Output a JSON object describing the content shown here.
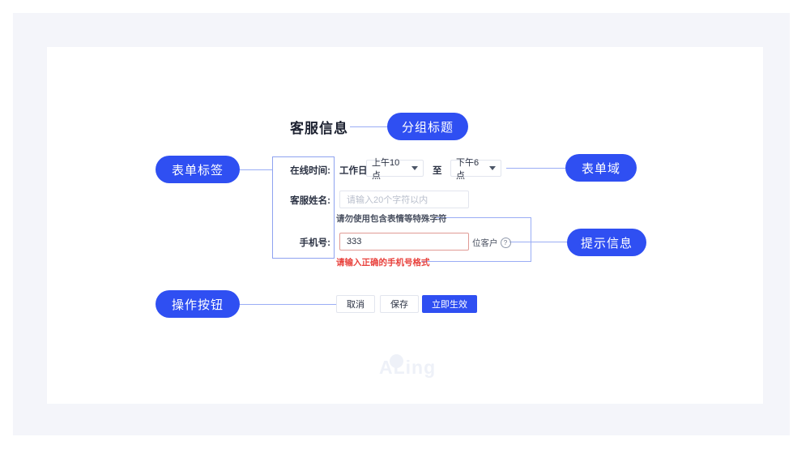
{
  "annotations": {
    "group_title": "分组标题",
    "form_label": "表单标签",
    "form_field": "表单域",
    "hint_info": "提示信息",
    "action_button": "操作按钮"
  },
  "form": {
    "group_heading": "客服信息",
    "labels": {
      "online_time": "在线时间:",
      "agent_name": "客服姓名:",
      "phone": "手机号:"
    },
    "online_time": {
      "day_text": "工作日",
      "start_value": "上午10点",
      "separator": "至",
      "end_value": "下午6点",
      "caret_icon": "chevron-down-icon"
    },
    "agent_name": {
      "placeholder": "请输入20个字符以内",
      "value": "",
      "hint": "请勿使用包含表情等特殊字符"
    },
    "phone": {
      "value": "333",
      "suffix": "位客户",
      "help_icon": "?",
      "error": "请输入正确的手机号格式"
    }
  },
  "buttons": {
    "cancel": "取消",
    "save": "保存",
    "primary": "立即生效"
  },
  "watermark": {
    "text": "ALing"
  },
  "colors": {
    "accent_blue": "#2f4ff2",
    "connector_blue": "#9aadf5",
    "error_red": "#e8413c",
    "error_border": "#e09a95",
    "panel_bg": "#f4f5fa",
    "card_bg": "#ffffff",
    "border_gray": "#e2e5ee",
    "placeholder_gray": "#b9bfcc"
  }
}
